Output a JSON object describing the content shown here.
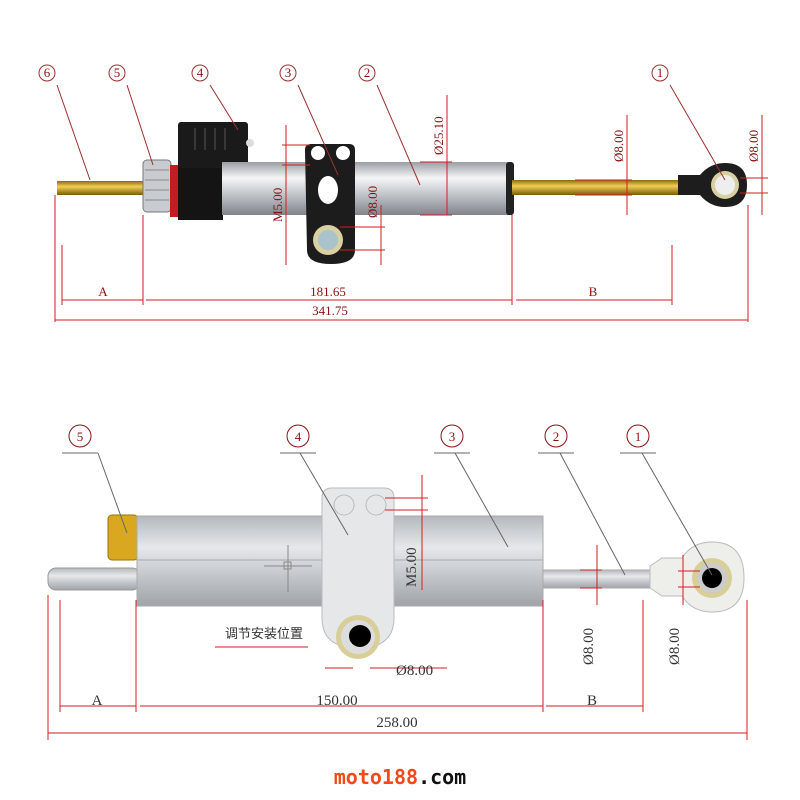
{
  "top_drawing": {
    "callouts": [
      "6",
      "5",
      "4",
      "3",
      "2",
      "1"
    ],
    "dims": {
      "a": "A",
      "b": "B",
      "body_len": "181.65",
      "total": "341.75",
      "tube_dia": "Ø25.10",
      "rod_dia": "Ø8.00",
      "eye_dia": "Ø8.00",
      "thread": "M5.00",
      "clamp_hole": "Ø8.00"
    }
  },
  "bottom_drawing": {
    "callouts": [
      "5",
      "4",
      "3",
      "2",
      "1"
    ],
    "dims": {
      "a": "A",
      "b": "B",
      "body_len": "150.00",
      "total": "258.00",
      "thread": "M5.00",
      "clamp_hole": "Ø8.00",
      "rod_dia": "Ø8.00",
      "eye_dia": "Ø8.00"
    },
    "adjust_note": "调节安装位置"
  },
  "watermark": {
    "brand": "moto188",
    "suffix": ".com",
    "brand_color": "#f04a1a"
  }
}
